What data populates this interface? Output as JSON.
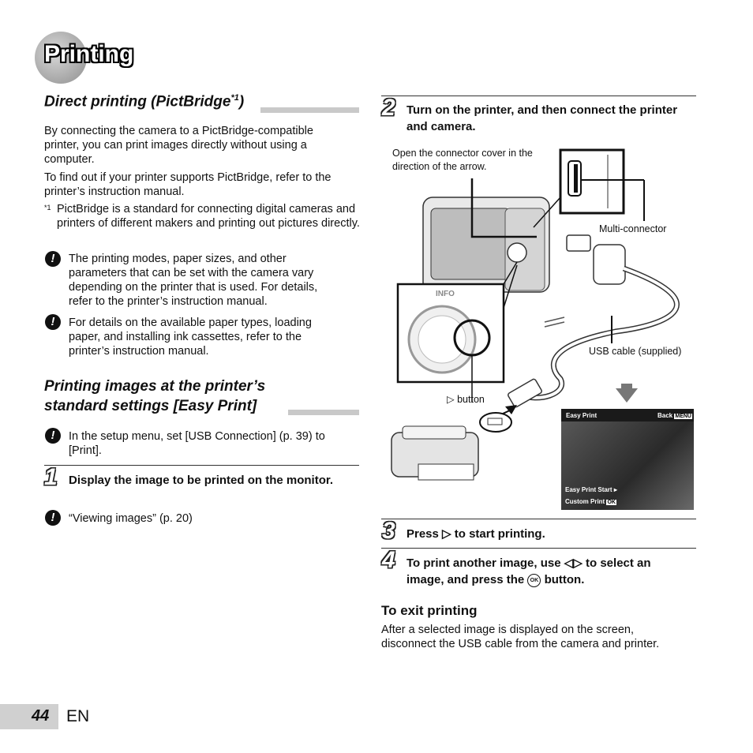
{
  "page": {
    "title": "Printing",
    "number": "44",
    "lang": "EN"
  },
  "left": {
    "section1": {
      "heading_pre": "Direct printing (PictBridge",
      "heading_sup": "*1",
      "heading_post": ")",
      "p1": "By connecting the camera to a PictBridge-compatible printer, you can print images directly without using a computer.",
      "p2": "To find out if your printer supports PictBridge, refer to the printer’s instruction manual.",
      "footnote_mark": "*1",
      "footnote": "PictBridge is a standard for connecting digital cameras and printers of different makers and printing out pictures directly.",
      "note1": "The printing modes, paper sizes, and other parameters that can be set with the camera vary depending on the printer that is used. For details, refer to the printer’s instruction manual.",
      "note2": "For details on the available paper types, loading paper, and installing ink cassettes, refer to the printer’s instruction manual."
    },
    "section2": {
      "heading_l1": "Printing images at the printer’s",
      "heading_l2": "standard settings [Easy Print]",
      "note": "In the setup menu, set [USB Connection] (p. 39) to [Print].",
      "step1_num": "1",
      "step1_text": "Display the image to be printed on the monitor.",
      "step1_note": "“Viewing images” (p. 20)"
    }
  },
  "right": {
    "step2_num": "2",
    "step2_text": "Turn on the printer, and then connect the printer and camera.",
    "callout_cover": "Open the connector cover in the direction of the arrow.",
    "callout_multi": "Multi-connector",
    "callout_usb": "USB cable (supplied)",
    "callout_button": "button",
    "info_label": "INFO",
    "screen": {
      "title": "Easy Print",
      "back": "Back",
      "menu_badge": "MENU",
      "start": "Easy Print Start",
      "custom": "Custom Print",
      "ok_badge": "OK"
    },
    "step3_num": "3",
    "step3_pre": "Press",
    "step3_post": "to start printing.",
    "step4_num": "4",
    "step4_pre": "To print another image, use",
    "step4_mid": "to select an",
    "step4_l2_pre": "image, and press the",
    "step4_ok": "OK",
    "step4_l2_post": "button.",
    "exit_heading": "To exit printing",
    "exit_text": "After a selected image is displayed on the screen, disconnect the USB cable from the camera and printer."
  }
}
